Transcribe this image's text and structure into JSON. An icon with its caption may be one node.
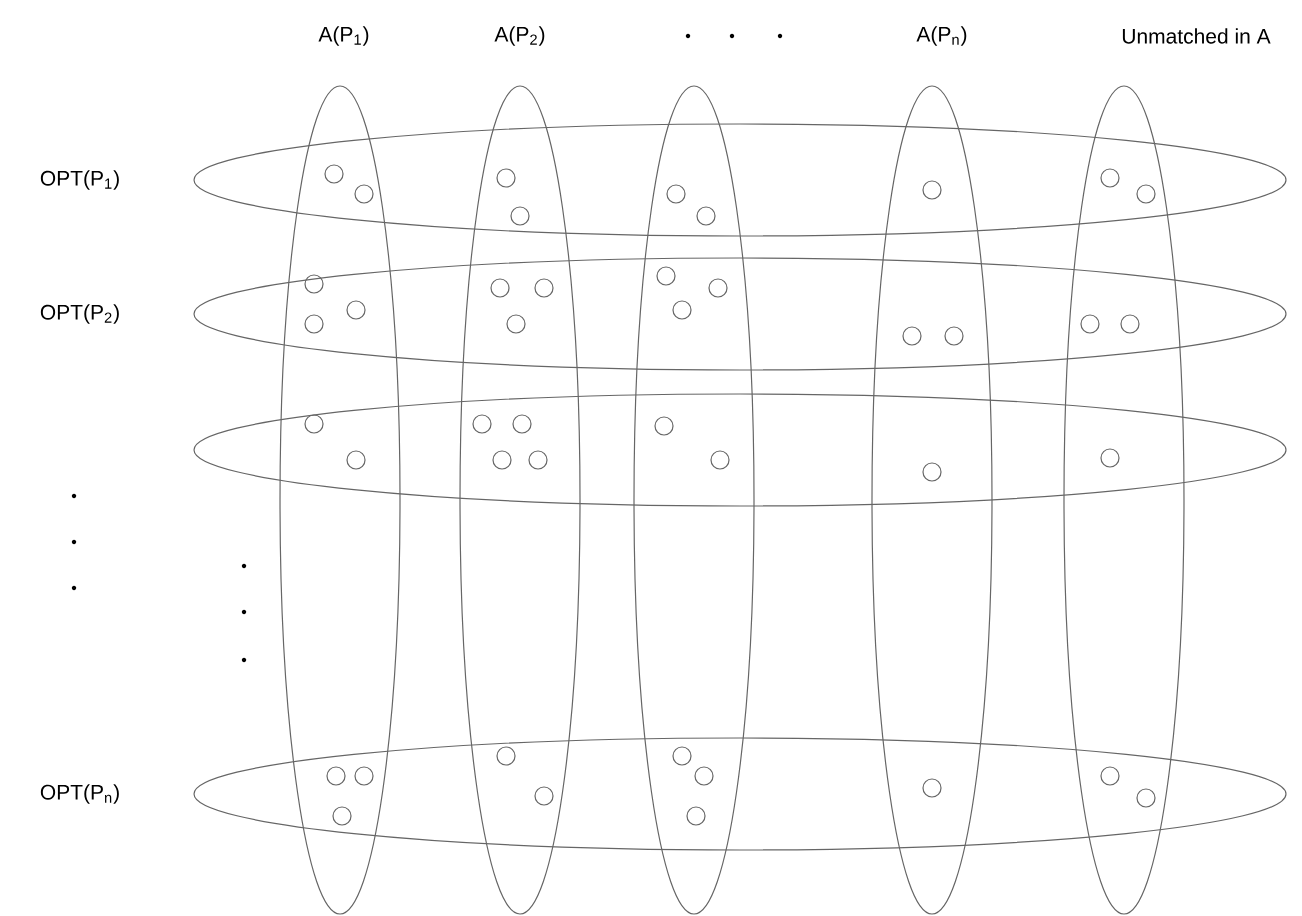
{
  "diagram": {
    "labels": [
      "A(P$_{1}$)",
      "A(P$_{2}$)",
      "A(P$_{n}$)",
      "Unmatched in A",
      "OPT(P$_{1}$)",
      "OPT(P$_{2}$)",
      "OPT(P$_{n}$)"
    ]
  }
}
